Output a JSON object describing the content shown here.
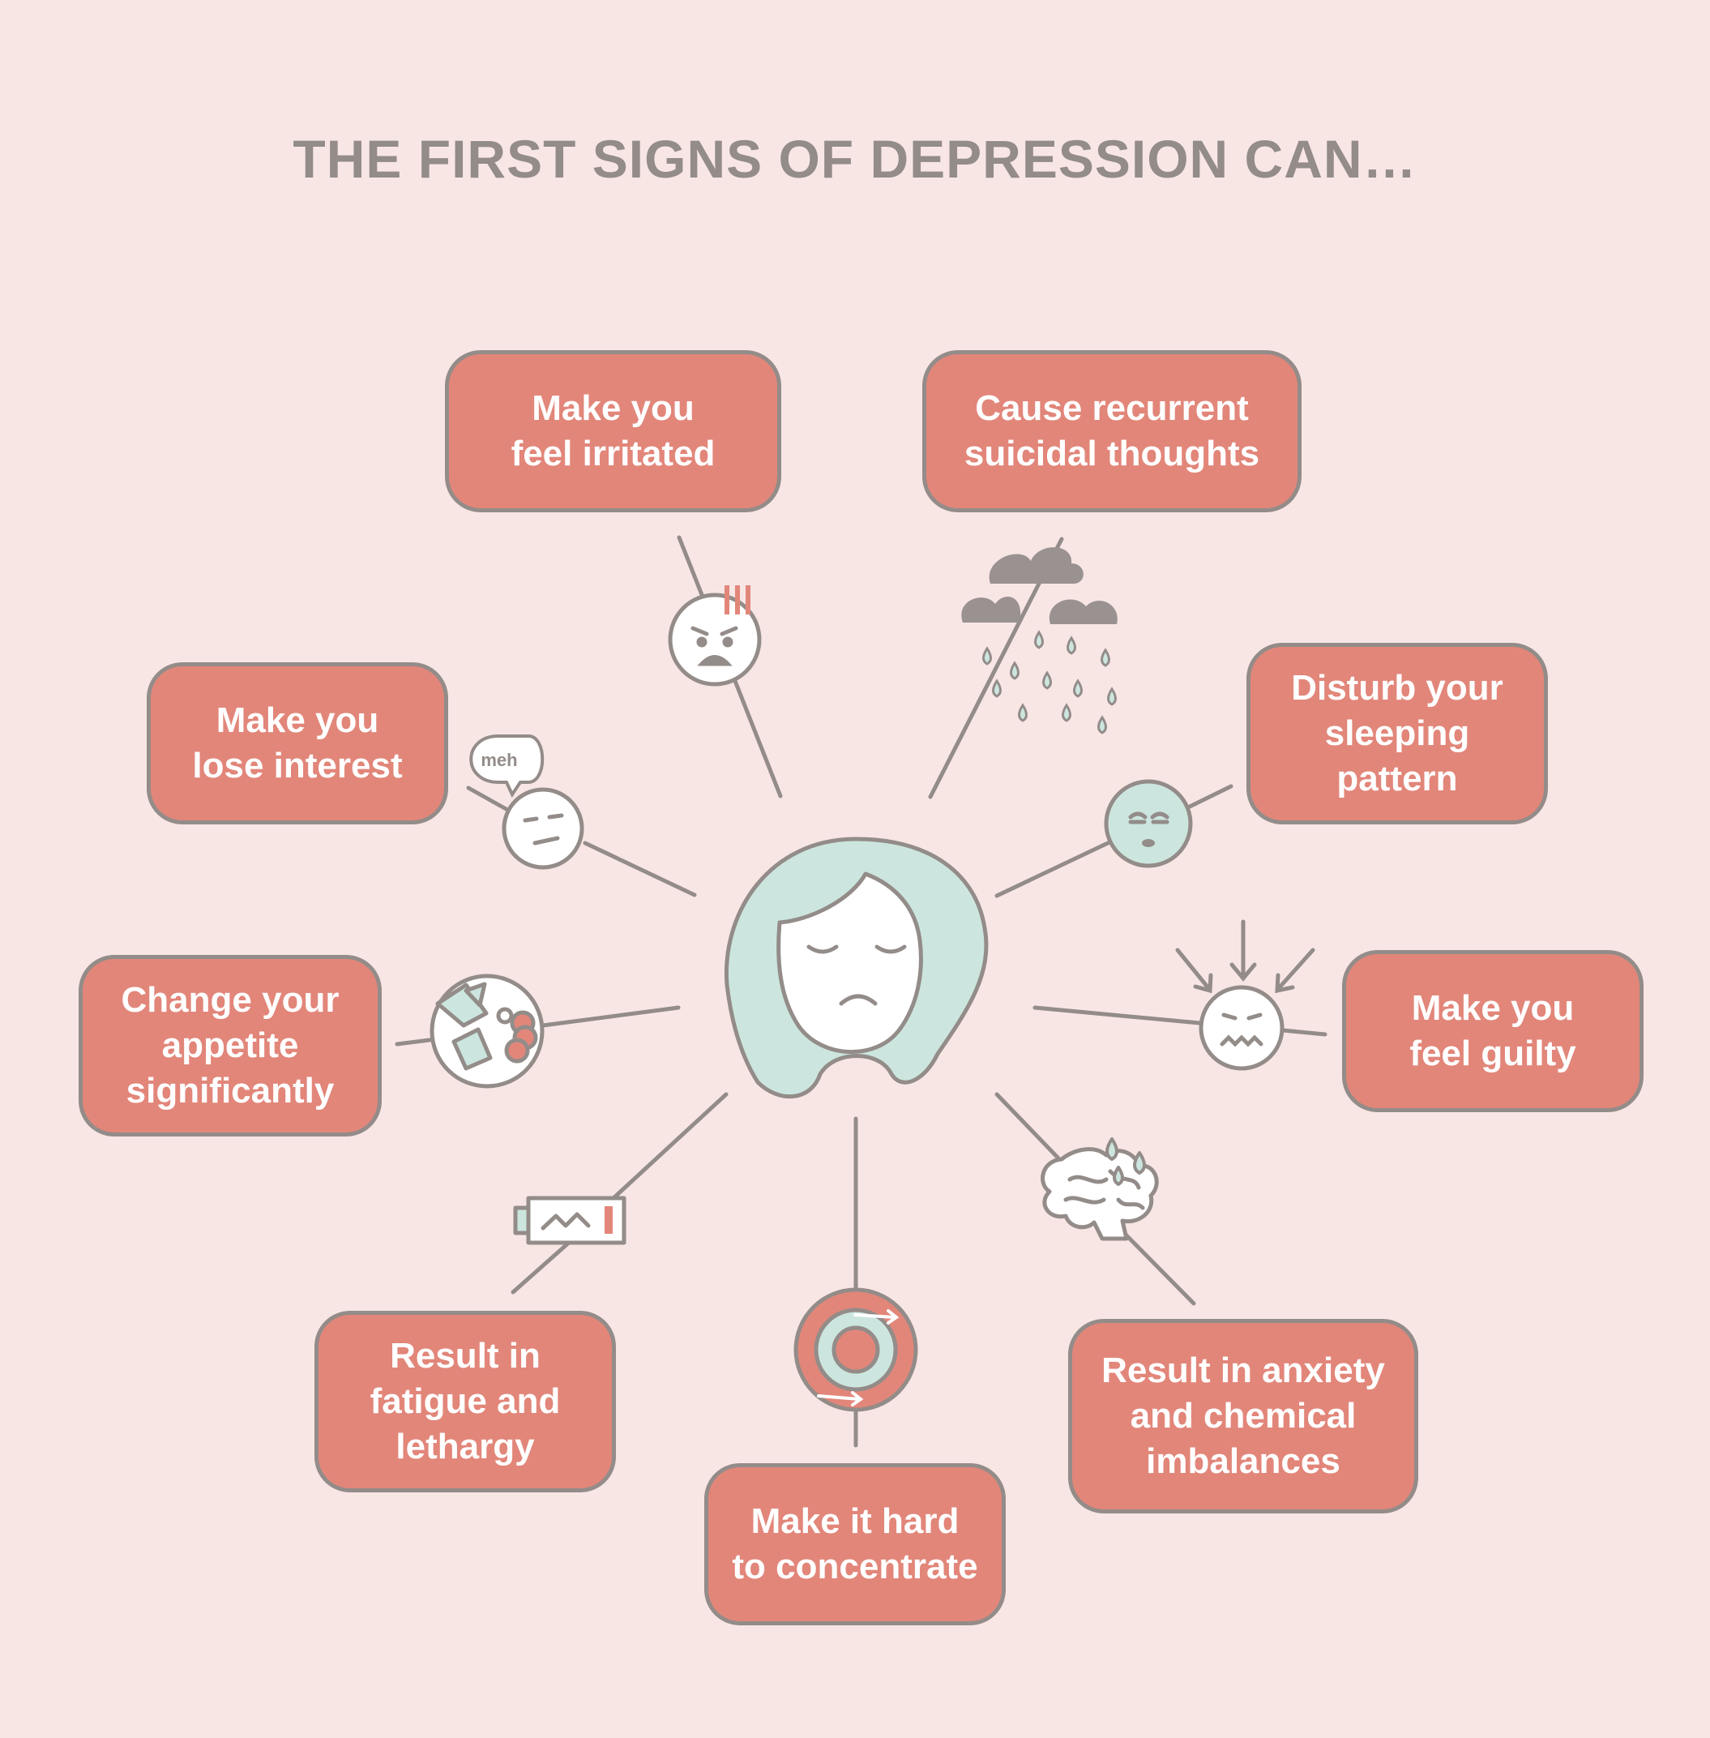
{
  "title": "THE FIRST SIGNS OF DEPRESSION CAN…",
  "colors": {
    "background": "#f8e6e5",
    "box_fill": "#e2867a",
    "outline_gray": "#938c89",
    "mint": "#cce6df",
    "text_white": "#ffffff"
  },
  "center_icon": "sad-woman-icon",
  "signs": [
    {
      "id": "irritated",
      "text": "Make you\nfeel irritated",
      "icon": "angry-face-icon"
    },
    {
      "id": "suicidal",
      "text": "Cause recurrent\nsuicidal thoughts",
      "icon": "rain-cloud-icon"
    },
    {
      "id": "lose-interest",
      "text": "Make you\nlose interest",
      "icon": "bored-face-icon",
      "speech": "meh"
    },
    {
      "id": "sleep",
      "text": "Disturb your\nsleeping\npattern",
      "icon": "tired-face-icon"
    },
    {
      "id": "appetite",
      "text": "Change your\nappetite\nsignificantly",
      "icon": "food-plate-icon"
    },
    {
      "id": "guilty",
      "text": "Make you\nfeel guilty",
      "icon": "guilty-face-icon"
    },
    {
      "id": "fatigue",
      "text": "Result in\nfatigue and\nlethargy",
      "icon": "low-battery-icon"
    },
    {
      "id": "concentrate",
      "text": "Make it hard\nto concentrate",
      "icon": "target-icon"
    },
    {
      "id": "anxiety",
      "text": "Result in anxiety\nand chemical\nimbalances",
      "icon": "brain-icon"
    }
  ]
}
